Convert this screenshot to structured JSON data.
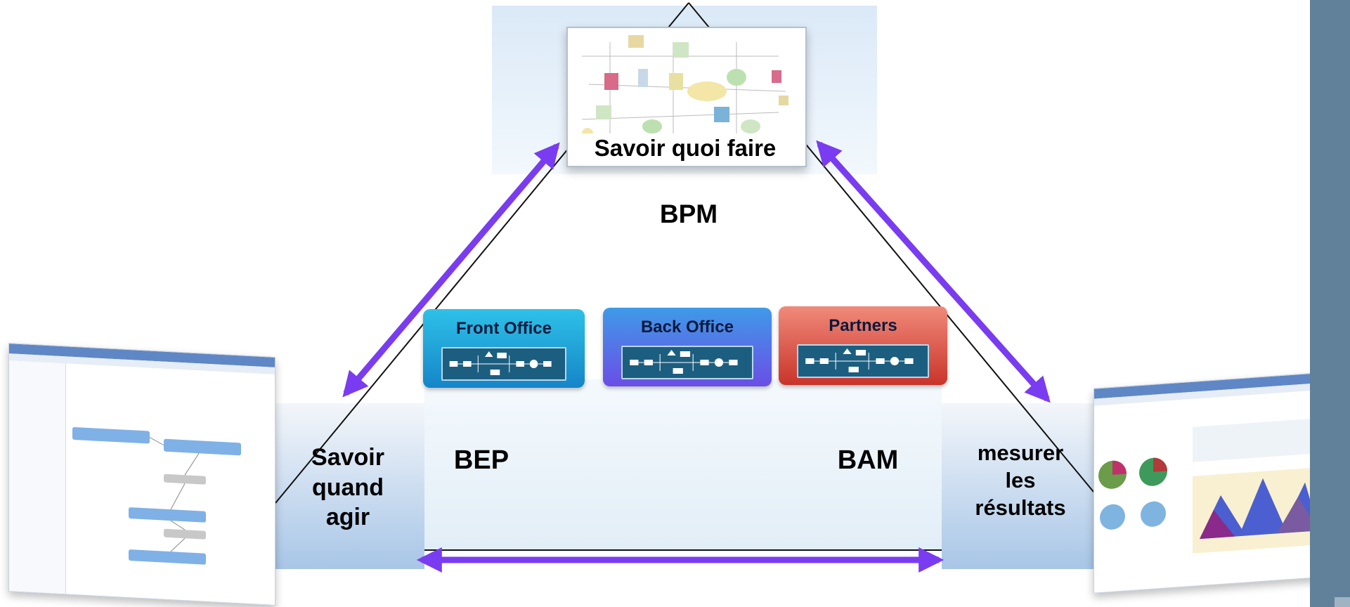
{
  "top_caption": "Savoir quoi faire",
  "center_title": "BPM",
  "left_caption": "Savoir\nquand\nagir",
  "right_caption": "mesurer\nles\nrésultats",
  "left_label": "BEP",
  "right_label": "BAM",
  "processes": [
    {
      "label": "Front Office"
    },
    {
      "label": "Back Office"
    },
    {
      "label": "Partners"
    }
  ],
  "colors": {
    "arrow": "#7a3cf0",
    "front_office": "#1fa3d6",
    "back_office": "#6a4ee6",
    "partners": "#e4553a",
    "side_bar": "#61819a"
  }
}
